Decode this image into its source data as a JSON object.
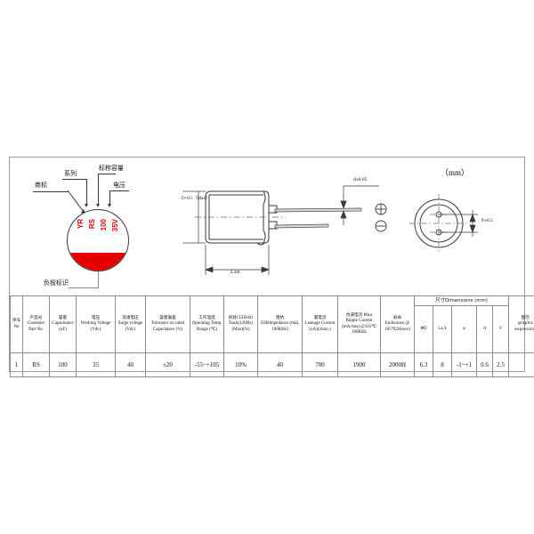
{
  "figures": {
    "label_marking": {
      "name": "capacitor-label-marking",
      "annotations": {
        "trademark": "商标",
        "series": "系列",
        "nominal_capacitance": "标称容量",
        "voltage": "电压",
        "negative_mark": "负极标识"
      },
      "printed_lines": [
        "YR",
        "RS",
        "100",
        "35V"
      ],
      "band_color": "#e60000",
      "text_color": "#e60000"
    },
    "side_view": {
      "name": "capacitor-side-view",
      "diameter_label": "D+0.5（Max）",
      "length_label": "L±α",
      "lead_dia_label": "d±0.05",
      "positive_symbol": "⊕",
      "negative_symbol": "⊖"
    },
    "top_view": {
      "name": "capacitor-top-view",
      "unit_note": "（mm）",
      "pitch_label": "F±0.5"
    }
  },
  "table": {
    "group_header": "尺寸Dimensions (mm)",
    "columns": [
      {
        "cn": "序号",
        "en": "No"
      },
      {
        "cn": "产品号",
        "en": "Customer Part No."
      },
      {
        "cn": "容量",
        "en": "Capacitance (uF)"
      },
      {
        "cn": "电压",
        "en": "Working Voltage (Vdc)"
      },
      {
        "cn": "浪涌电压",
        "en": "Surge voltage (Vdc)"
      },
      {
        "cn": "容量偏差",
        "en": "Tolerance on rated Capacitance (%)"
      },
      {
        "cn": "工作温度",
        "en": "Operating Temp. Range (℃)"
      },
      {
        "cn": "损耗(120Hz)",
        "en": "TanΔ(120Hz) (Max)(%)"
      },
      {
        "cn": "阻抗",
        "en": "ESRImpedance (mΩ, 100KHz)"
      },
      {
        "cn": "漏电流",
        "en": "Leakage Current (uA)(2min.)"
      },
      {
        "cn": "纹波电流 Max",
        "en": "Ripple Current (mA/rms) @105℃ 100KHz"
      },
      {
        "cn": "寿命",
        "en": "Endurance @ 105℃(Hours)"
      },
      {
        "cn": "",
        "en": "ΦD"
      },
      {
        "cn": "",
        "en": "L±1"
      },
      {
        "cn": "",
        "en": "α"
      },
      {
        "cn": "",
        "en": "d"
      },
      {
        "cn": "",
        "en": "F"
      },
      {
        "cn": "图示",
        "en": "graphic expression"
      }
    ],
    "rows": [
      {
        "no": "1",
        "part_no": "RS",
        "capacitance": "100",
        "working_voltage": "35",
        "surge_voltage": "40",
        "tolerance": "±20",
        "temp_range": "-55~+105",
        "tan_delta": "10%",
        "esr": "40",
        "leakage": "700",
        "ripple": "1900",
        "endurance": "2000H",
        "phi_d": "6.3",
        "length": "8",
        "alpha": "-1~+1",
        "d": "0.6",
        "f": "2.5",
        "graphic": ""
      }
    ]
  }
}
